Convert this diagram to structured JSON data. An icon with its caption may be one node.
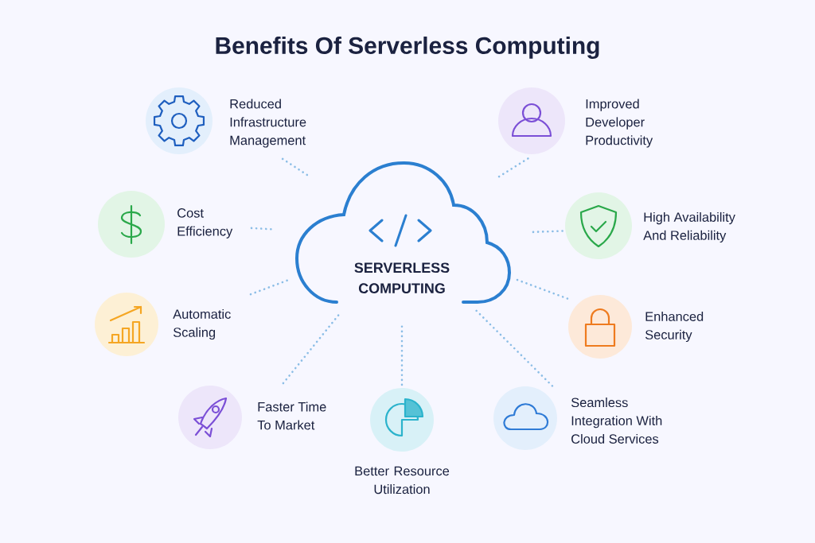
{
  "diagram": {
    "title": "Benefits Of Serverless Computing",
    "nodes": [
      {
        "text": [
          "SERVERLESS COMPUTING"
        ]
      },
      {
        "text": [
          "Reduced Infrastructure Management"
        ]
      },
      {
        "text": [
          "Improved Developer Productivity"
        ]
      },
      {
        "text": [
          "Cost Efficiency"
        ]
      },
      {
        "text": [
          "High Availability And Reliability"
        ]
      },
      {
        "text": [
          "Automatic Scaling"
        ]
      },
      {
        "text": [
          "Enhanced Security"
        ]
      },
      {
        "text": [
          "Faster Time To Market"
        ]
      },
      {
        "text": [
          "Better Resource Utilization"
        ]
      },
      {
        "text": [
          "Seamless Integration With Cloud Services"
        ]
      }
    ],
    "edges": [
      {
        "from": 0,
        "to": 1,
        "arrow": "none",
        "style": "dashed"
      },
      {
        "from": 0,
        "to": 2,
        "arrow": "none",
        "style": "dashed"
      },
      {
        "from": 0,
        "to": 3,
        "arrow": "none",
        "style": "dashed"
      },
      {
        "from": 0,
        "to": 4,
        "arrow": "none",
        "style": "dashed"
      },
      {
        "from": 0,
        "to": 5,
        "arrow": "none",
        "style": "dashed"
      },
      {
        "from": 0,
        "to": 6,
        "arrow": "none",
        "style": "dashed"
      },
      {
        "from": 0,
        "to": 7,
        "arrow": "none",
        "style": "dashed"
      },
      {
        "from": 0,
        "to": 8,
        "arrow": "none",
        "style": "dashed"
      },
      {
        "from": 0,
        "to": 9,
        "arrow": "none",
        "style": "dashed"
      }
    ]
  }
}
